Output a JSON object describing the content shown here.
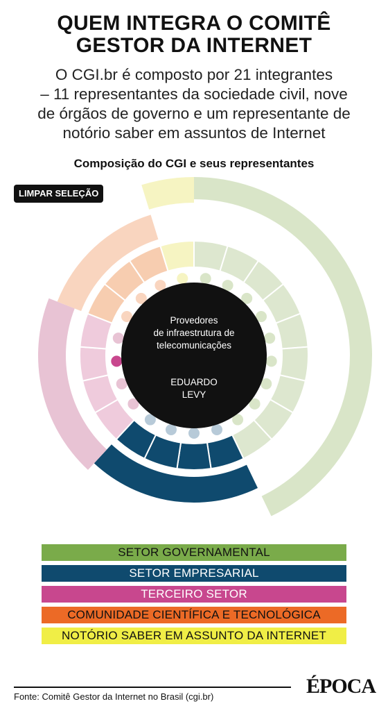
{
  "title_lines": [
    "QUEM INTEGRA O COMITÊ",
    "GESTOR DA INTERNET"
  ],
  "subtitle_lines": [
    "O CGI.br é composto por 21 integrantes",
    "– 11 representantes da sociedade civil, nove",
    "de órgãos de governo e um representante de",
    "notório saber em assuntos de Internet"
  ],
  "chart_title": "Composição do CGI e seus representantes",
  "clear_button": "LIMPAR SELEÇÃO",
  "center": {
    "lines": [
      "Provedores",
      "de infraestrutura de",
      "telecomunicações"
    ],
    "name_lines": [
      "EDUARDO",
      "LEVY"
    ]
  },
  "colors": {
    "governamental": "#7aab4a",
    "governamental_light": "#d9e5c8",
    "governamental_mid": "#dde7cf",
    "empresarial": "#0f4a6e",
    "empresarial_light": "#b7cad8",
    "terceiro": "#c8478e",
    "terceiro_light": "#e8c3d4",
    "terceiro_mid": "#efcbdc",
    "cientifica": "#ec6a26",
    "cientifica_light": "#f9d5bf",
    "cientifica_mid": "#f7cdb0",
    "notorio": "#f0ee46",
    "notorio_light": "#f6f4c2",
    "center": "#111111"
  },
  "sectors": [
    {
      "key": "governamental",
      "label": "SETOR GOVERNAMENTAL",
      "count": 9
    },
    {
      "key": "empresarial",
      "label": "SETOR EMPRESARIAL",
      "count": 4
    },
    {
      "key": "terceiro",
      "label": "TERCEIRO SETOR",
      "count": 4
    },
    {
      "key": "cientifica",
      "label": "COMUNIDADE CIENTÍFICA E TECNOLÓGICA",
      "count": 3
    },
    {
      "key": "notorio",
      "label": "NOTÓRIO SABER EM ASSUNTO DA INTERNET",
      "count": 1
    }
  ],
  "selected_member": 15,
  "source": "Fonte: Comitê Gestor da Internet no Brasil (cgi.br)",
  "logo": "ÉPOCA"
}
